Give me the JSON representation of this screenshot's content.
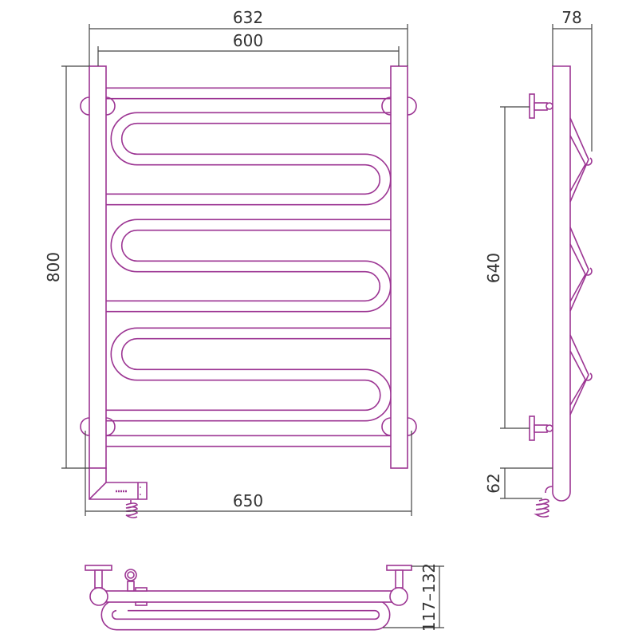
{
  "drawing": {
    "title": "Towel rail technical drawing",
    "accent_color": "#9c3593",
    "dimension_color": "#444444",
    "dimensions": {
      "overall_width": "632",
      "center_distance": "600",
      "height": "800",
      "total_width_with_heater": "650",
      "depth": "78",
      "mount_spacing": "640",
      "heater_offset": "62",
      "wall_distance": "117–132"
    }
  }
}
